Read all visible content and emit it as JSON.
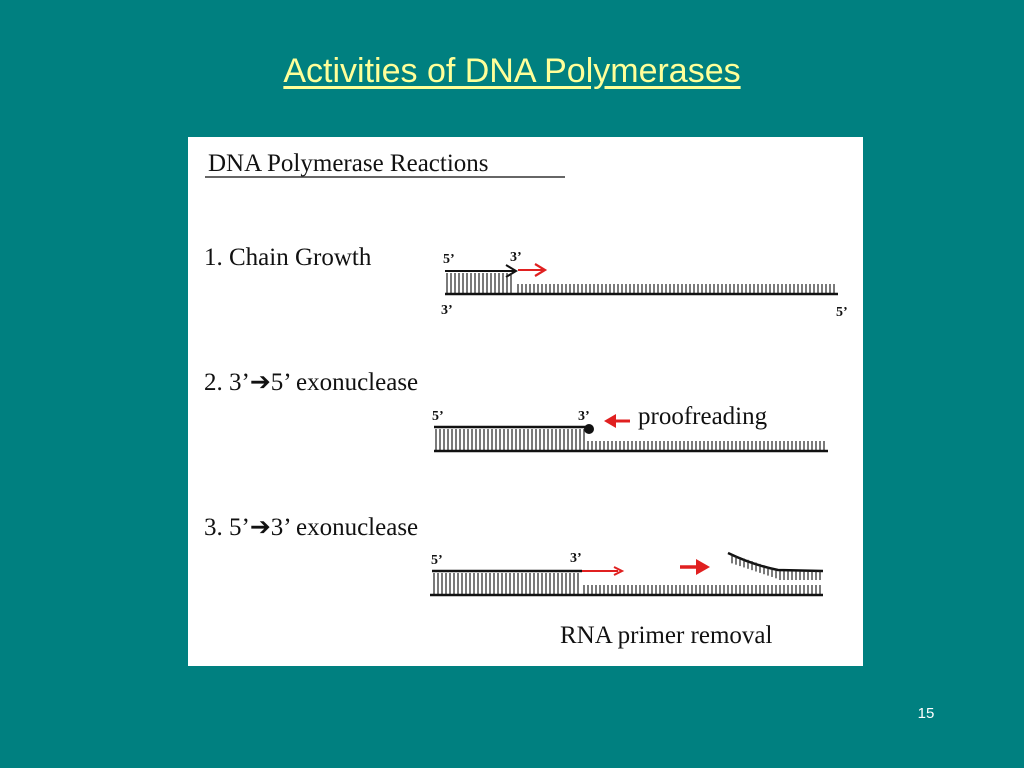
{
  "slide": {
    "title": "Activities of DNA Polymerases",
    "page_number": "15"
  },
  "figure": {
    "heading": "DNA Polymerase Reactions",
    "sections": [
      {
        "label": "1. Chain Growth",
        "top_left": "5’",
        "top_right": "3’",
        "bottom_left": "3’",
        "bottom_right": "5’"
      },
      {
        "label": "2.  3’➔5’ exonuclease",
        "top_left": "5’",
        "top_right": "3’",
        "annotation": "proofreading"
      },
      {
        "label": "3.  5’➔3’ exonuclease",
        "top_left": "5’",
        "top_right": "3’",
        "annotation": "RNA primer removal"
      }
    ]
  },
  "colors": {
    "background": "#008080",
    "title": "#ffff99",
    "arrow": "#e02020",
    "strand": "#111111"
  },
  "icons": {
    "direction_arrow": "red-arrow-icon",
    "nucleotide": "black-dot-icon"
  }
}
